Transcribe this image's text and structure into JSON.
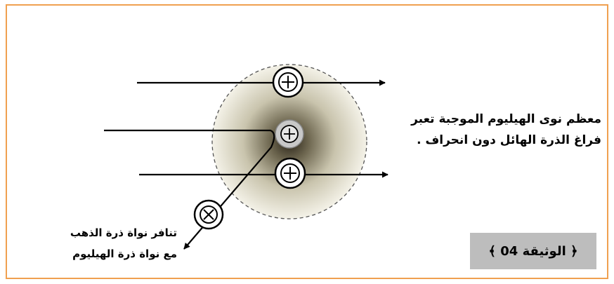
{
  "description": {
    "line1": "معظم نوى الهيليوم  الموجبة تعبر",
    "line2": "فراغ الذرة الهائل دون انحراف ."
  },
  "repulsion": {
    "line1": "تنافر نواة ذرة الذهب",
    "line2": "مع نواة ذرة الهيليوم"
  },
  "document_label": "﴿ الوثيقة 04 ﴾",
  "symbols": {
    "positive": "⊕",
    "repelled": "⊗"
  },
  "colors": {
    "frame_border": "#f0a050",
    "label_background": "#bdbdbd",
    "arrow": "#000000"
  }
}
